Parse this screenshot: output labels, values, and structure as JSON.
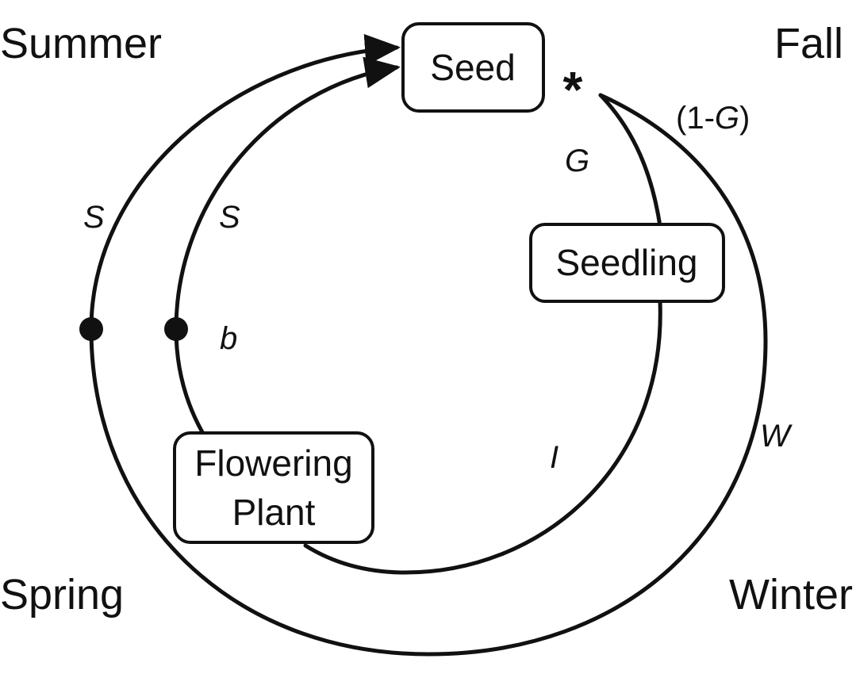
{
  "seasons": {
    "summer": "Summer",
    "fall": "Fall",
    "spring": "Spring",
    "winter": "Winter"
  },
  "stages": {
    "seed": "Seed",
    "seedling": "Seedling",
    "flowering_line1": "Flowering",
    "flowering_line2": "Plant"
  },
  "parameters": {
    "one_minus_g_open": "(1-",
    "one_minus_g_var": "G",
    "one_minus_g_close": ")",
    "g": "G",
    "s_outer": "S",
    "s_inner": "S",
    "b": "b",
    "i": "I",
    "w": "W",
    "census_marker": "*"
  },
  "colors": {
    "line": "#111111",
    "background": "#ffffff"
  }
}
